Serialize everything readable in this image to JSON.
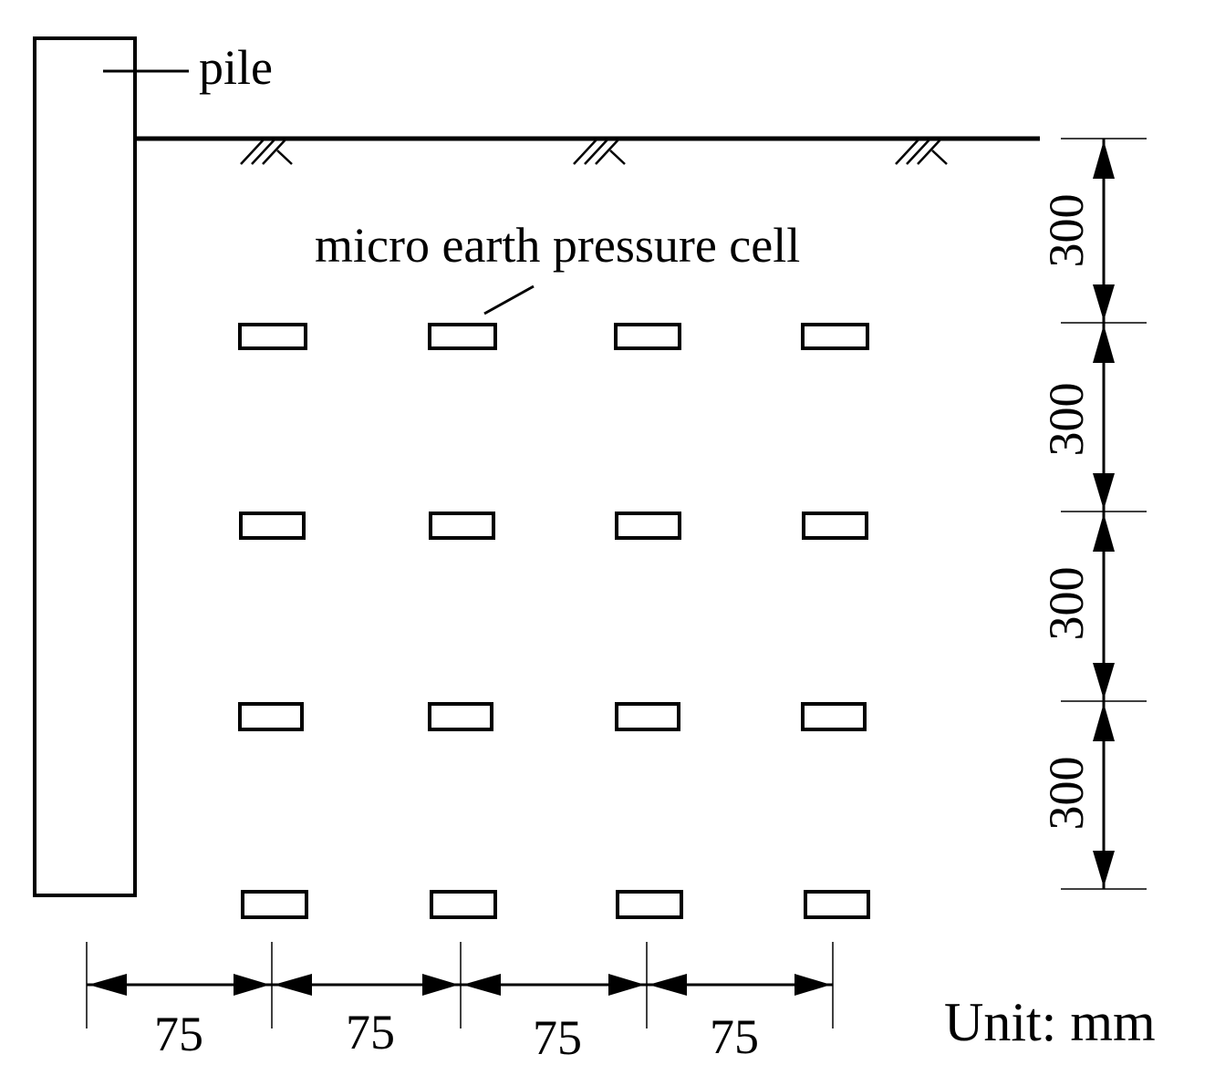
{
  "labels": {
    "pile": "pile",
    "cell": "micro earth pressure cell",
    "unit": "Unit: mm"
  },
  "dimensions": {
    "vertical": [
      "300",
      "300",
      "300",
      "300"
    ],
    "horizontal": [
      "75",
      "75",
      "75",
      "75"
    ]
  },
  "cells": {
    "rows": 4,
    "cols": 4
  },
  "colors": {
    "stroke": "#000000",
    "background": "#ffffff"
  }
}
